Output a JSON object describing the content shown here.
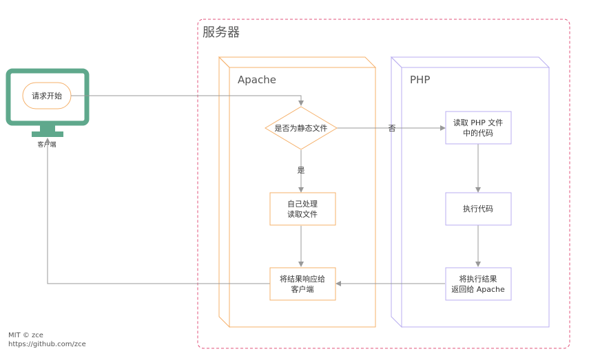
{
  "server": {
    "title": "服务器"
  },
  "apache": {
    "title": "Apache",
    "decision": "是否为静态文件",
    "yes_label": "是",
    "self_process": [
      "自己处理",
      "读取文件"
    ],
    "respond": [
      "将结果响应给",
      "客户端"
    ]
  },
  "php": {
    "title": "PHP",
    "read_file": [
      "读取 PHP 文件",
      "中的代码"
    ],
    "execute": "执行代码",
    "return_result": [
      "将执行结果",
      "返回给 Apache"
    ]
  },
  "client": {
    "request_start": "请求开始",
    "label": "客户端"
  },
  "no_label": "否",
  "credits": {
    "line1": "MIT © zce",
    "line2": "https://github.com/zce"
  },
  "colors": {
    "server_border": "#e0507a",
    "apache_border": "#f5b06a",
    "php_border": "#b9aef0",
    "monitor": "#5fa88c",
    "arrow": "#999999",
    "text": "#333333",
    "title_text": "#555555"
  }
}
